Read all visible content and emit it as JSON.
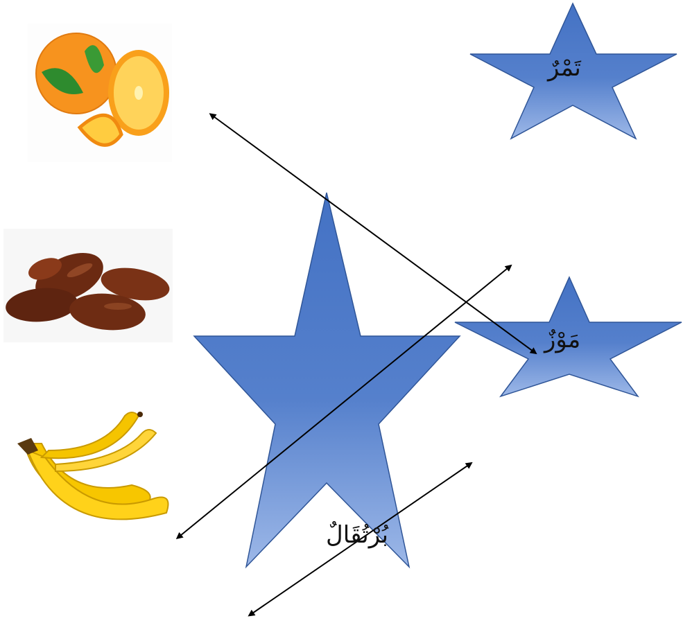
{
  "words": {
    "tamr": "تَمْرٌ",
    "mawz": "مَوْزٌ",
    "burtuqal": "بُرْتُقَالٌ"
  },
  "images": {
    "orange": "orange-fruit-image",
    "dates": "dates-fruit-image",
    "banana": "banana-fruit-image"
  },
  "colors": {
    "star_top": "#5b8bd6",
    "star_bottom": "#8fb0e6",
    "star_edge": "#3f6fb5",
    "arrow": "#000000"
  }
}
